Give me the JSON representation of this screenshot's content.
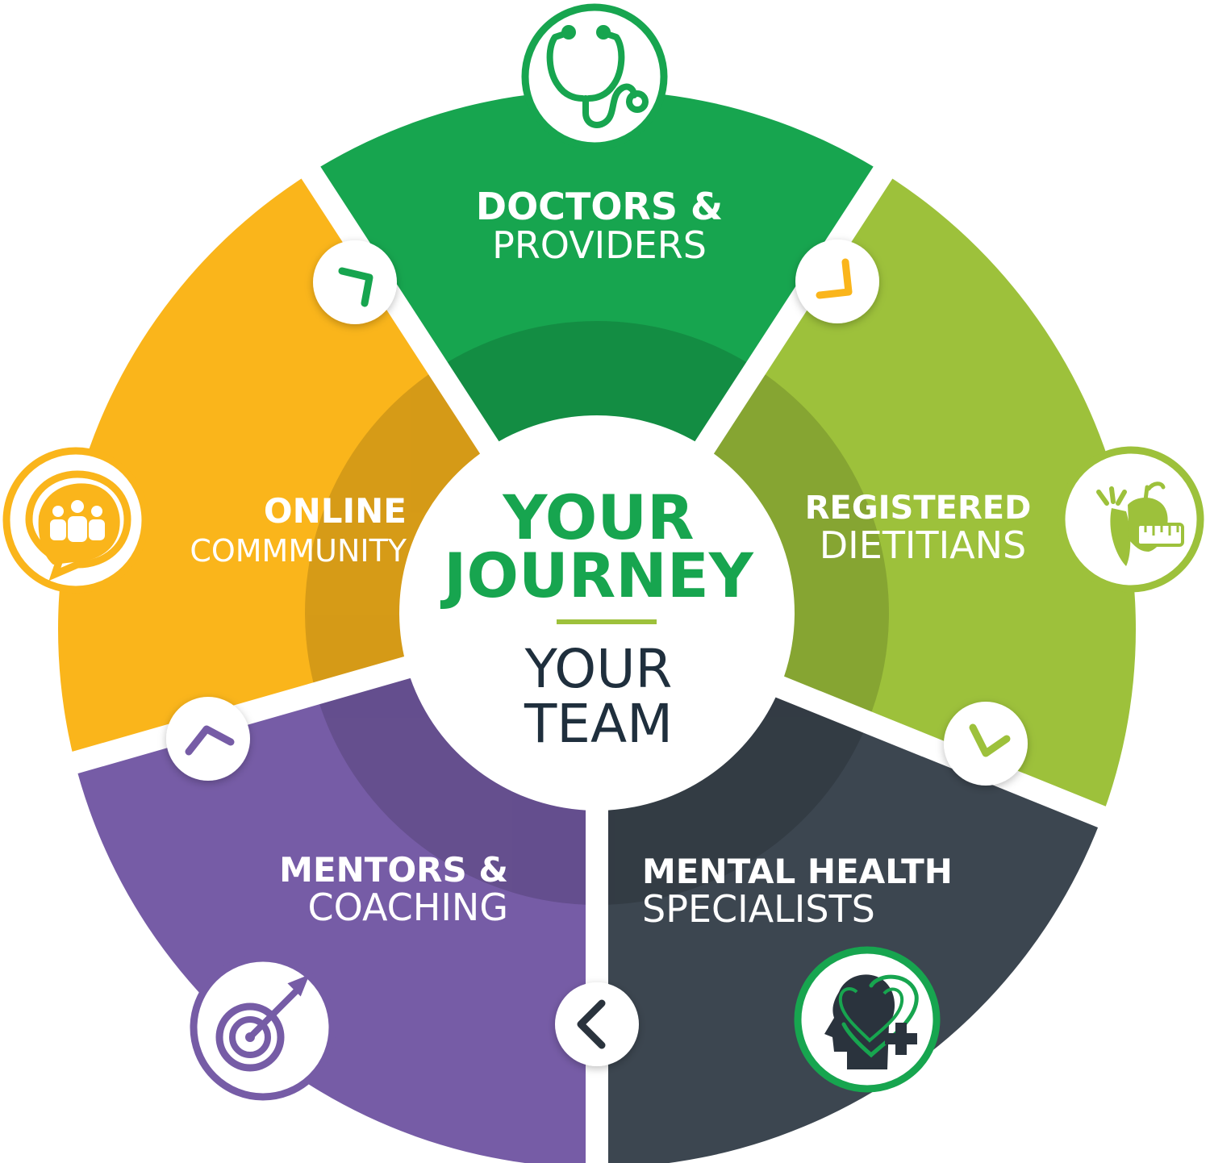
{
  "colors": {
    "doctors": "#17a54f",
    "dietitians": "#9dc13b",
    "mental_health": "#3c4650",
    "mentors": "#765ca6",
    "community": "#fab51b",
    "center_text_green": "#17a54f",
    "center_text_dark": "#1f2f3d",
    "divider": "#9dc13b"
  },
  "center": {
    "line1": "YOUR",
    "line2": "JOURNEY",
    "line3": "YOUR",
    "line4": "TEAM"
  },
  "segments": [
    {
      "id": "doctors",
      "title": "DOCTORS &",
      "subtitle": "PROVIDERS",
      "icon": "stethoscope-icon"
    },
    {
      "id": "dietitians",
      "title": "REGISTERED",
      "subtitle": "DIETITIANS",
      "icon": "healthy-food-icon"
    },
    {
      "id": "mental_health",
      "title": "MENTAL HEALTH",
      "subtitle": "SPECIALISTS",
      "icon": "head-heart-icon"
    },
    {
      "id": "mentors",
      "title": "MENTORS &",
      "subtitle": "COACHING",
      "icon": "target-arrow-icon"
    },
    {
      "id": "community",
      "title": "ONLINE",
      "subtitle": "COMMMUNITY",
      "icon": "community-chat-icon"
    }
  ]
}
